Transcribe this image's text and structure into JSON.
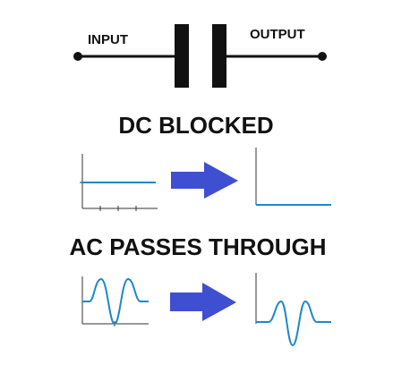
{
  "schematic": {
    "input_label": "INPUT",
    "output_label": "OUTPUT"
  },
  "dc_section": {
    "heading": "DC BLOCKED"
  },
  "ac_section": {
    "heading": "AC PASSES THROUGH"
  },
  "colors": {
    "wire": "#111111",
    "signal": "#1e88c8",
    "arrow": "#3f4fd1",
    "axis": "#333333"
  },
  "icons": {
    "capacitor": "capacitor-symbol-icon",
    "arrow": "right-arrow-icon"
  }
}
